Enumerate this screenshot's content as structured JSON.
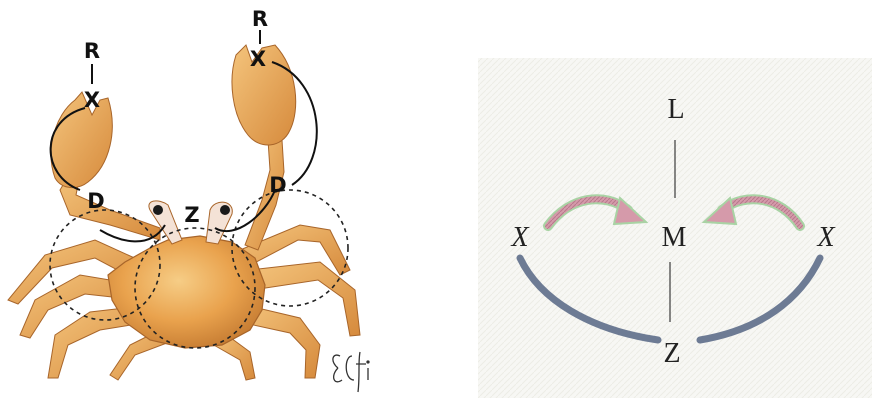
{
  "colors": {
    "crab_shell": "#e9a24d",
    "crab_shell_light": "#f3c27a",
    "crab_shell_dark": "#b9702a",
    "left_bg": "#ffffff",
    "right_bg": "#f6f6f3",
    "arc_blue": "#6d7b94",
    "arrow_pink": "#c98a9b",
    "arrow_green": "#a9d3a4",
    "line": "#555555"
  },
  "crab_panel": {
    "labels": {
      "r_left": "R",
      "x_left": "X",
      "r_right": "R",
      "x_right": "X",
      "d_left": "D",
      "d_right": "D",
      "z_center": "Z"
    },
    "signature": "ЭCfi"
  },
  "model_panel": {
    "labels": {
      "l": "L",
      "m": "M",
      "z": "Z",
      "x_left": "X",
      "x_right": "X"
    }
  }
}
